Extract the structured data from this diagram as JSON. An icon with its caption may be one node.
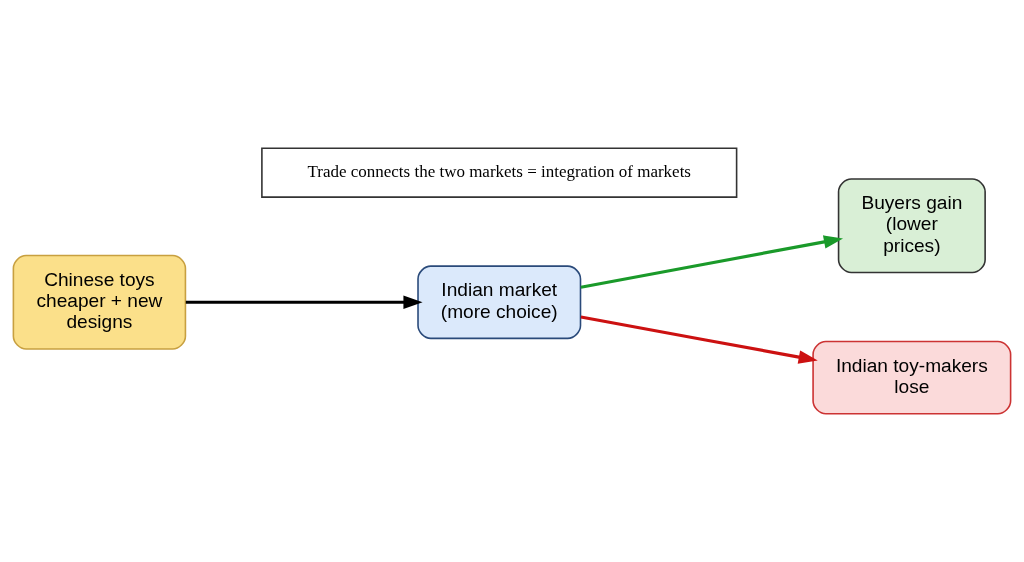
{
  "diagram": {
    "nodes": [
      {
        "text": [
          "Chinese toys cheaper + new designs"
        ]
      },
      {
        "text": [
          "Indian market (more choice)"
        ]
      },
      {
        "text": [
          "Buyers gain (lower prices)"
        ]
      },
      {
        "text": [
          "Indian toy-makers lose"
        ]
      },
      {
        "text": [
          "Trade connects the two markets = integration of markets"
        ]
      }
    ],
    "edges": [
      {
        "from": 0,
        "to": 1,
        "arrow": "to"
      },
      {
        "from": 1,
        "to": 2,
        "arrow": "to",
        "color": "#1a9a2a"
      },
      {
        "from": 1,
        "to": 3,
        "arrow": "to",
        "color": "#cc1111"
      }
    ]
  }
}
